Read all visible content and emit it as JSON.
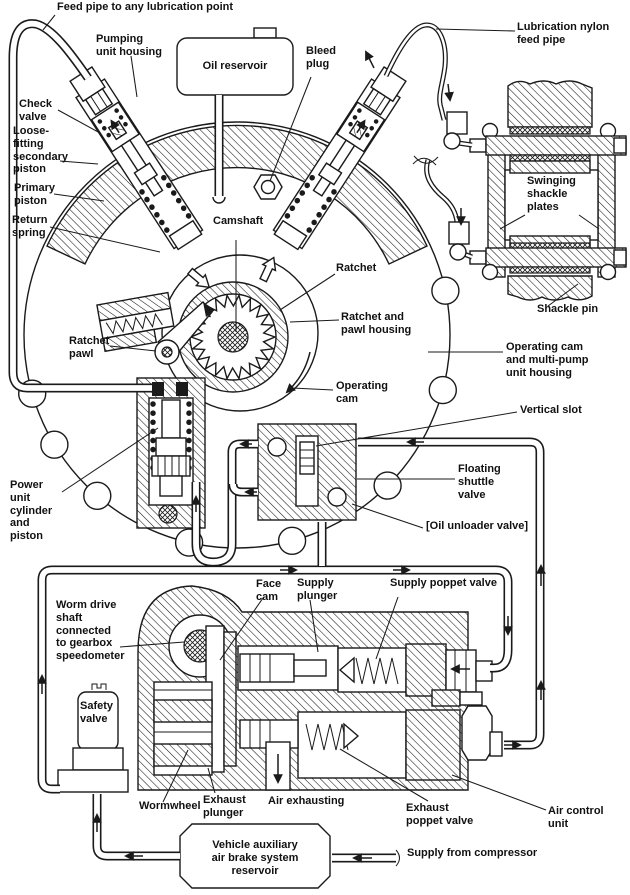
{
  "colors": {
    "ink": "#1a1a1a",
    "paper": "#ffffff"
  },
  "labels": {
    "feed_pipe": "Feed pipe to any lubrication point",
    "pumping_unit_housing": "Pumping\nunit housing",
    "oil_reservoir": "Oil reservoir",
    "bleed_plug": "Bleed\nplug",
    "lubrication_feed_pipe": "Lubrication nylon\nfeed pipe",
    "check_valve": "Check\nvalve",
    "secondary_piston": "Loose-\nfitting\nsecondary\npiston",
    "primary_piston": "Primary\npiston",
    "return_spring": "Return\nspring",
    "camshaft": "Camshaft",
    "swinging_shackle_plates": "Swinging\nshackle\nplates",
    "ratchet": "Ratchet",
    "shackle_pin": "Shackle pin",
    "ratchet_pawl_housing": "Ratchet and\npawl housing",
    "ratchet_pawl": "Ratchet\npawl",
    "operating_cam_housing": "Operating cam\nand multi-pump\nunit housing",
    "operating_cam": "Operating\ncam",
    "vertical_slot": "Vertical slot",
    "floating_shuttle_valve": "Floating\nshuttle\nvalve",
    "power_unit": "Power\nunit\ncylinder\nand\npiston",
    "oil_unloader_valve": "[Oil unloader valve]",
    "face_cam": "Face\ncam",
    "supply_plunger": "Supply\nplunger",
    "supply_poppet_valve": "Supply poppet valve",
    "worm_drive": "Worm drive\nshaft\nconnected\nto gearbox\nspeedometer",
    "safety_valve": "Safety\nvalve",
    "wormwheel": "Wormwheel",
    "exhaust_plunger": "Exhaust\nplunger",
    "air_exhausting": "Air exhausting",
    "exhaust_poppet_valve": "Exhaust\npoppet valve",
    "air_control_unit": "Air control\nunit",
    "brake_reservoir": "Vehicle auxiliary\nair brake system\nreservoir",
    "supply_compressor": "Supply from compressor"
  }
}
